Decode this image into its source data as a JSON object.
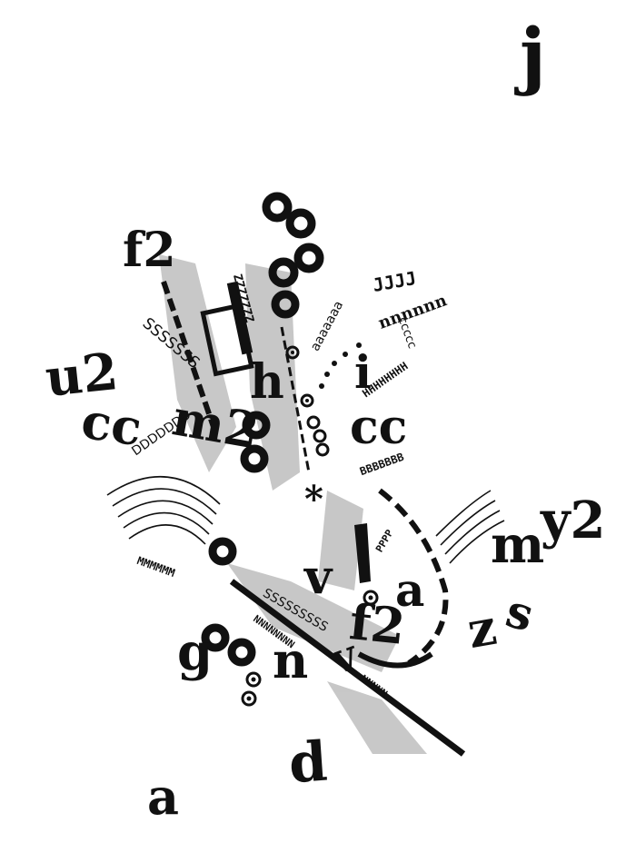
{
  "colors": {
    "ink": "#111111",
    "paper": "#ffffff",
    "speckle": "#9a9a9a"
  },
  "letters": {
    "j_top": "j",
    "f2_left": "f2",
    "u2": "u2",
    "cc_left": "cc",
    "m2": "m2",
    "h_center": "h",
    "i_center": "i",
    "cc_center": "cc",
    "v_center": "v",
    "a_right": "a",
    "f2_bottom": "f2",
    "m_right": "m",
    "y2": "y2",
    "z": "z",
    "s": "s",
    "g": "g",
    "n": "n",
    "v_low": "v",
    "d_bottom": "d",
    "a_bottom": "a"
  },
  "runs": {
    "aaa": "aaaaaaa",
    "zzz": "ZZZZZZZ",
    "sss": "SSSSSSS",
    "ddd": "DDDDDDD",
    "hhh": "HHHHHHHH",
    "bbb": "BBBBBBB",
    "nnn_top": "nnnnnn",
    "mmm": "MMMMMM",
    "nnn_diag": "NNNNNNNN",
    "nnn_diag2": "NNNNN",
    "sss_diag": "SSSSSSSSS",
    "ppp": "PPPP",
    "jjj": "JJJJ",
    "ccc": "ccccc",
    "asterisk": "*"
  }
}
